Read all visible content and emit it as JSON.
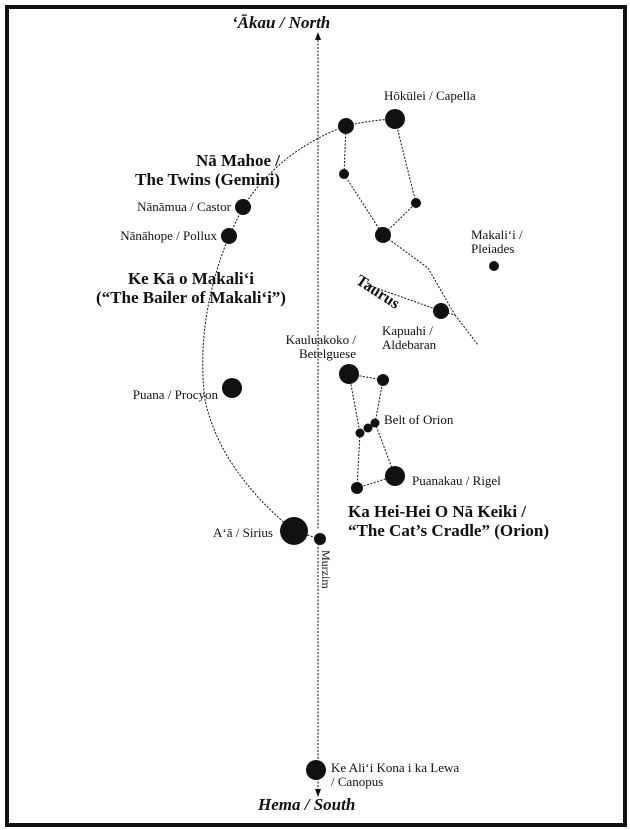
{
  "directions": {
    "north": "‘Ākau / North",
    "south": "Hema / South"
  },
  "groups": {
    "gemini": [
      "Nā Mahoe /",
      "The Twins (Gemini)"
    ],
    "bailer": [
      "Ke Kā o Makali‘i",
      "(“The Bailer of Makali‘i”)"
    ],
    "orion": [
      "Ka Hei-Hei O Nā Keiki /",
      "“The Cat’s Cradle” (Orion)"
    ],
    "taurus": "Taurus"
  },
  "stars": {
    "capella": "Hōkūlei / Capella",
    "castor": "Nānāmua / Castor",
    "pollux": "Nānāhope / Pollux",
    "pleiades": [
      "Makali‘i /",
      "Pleiades"
    ],
    "aldebaran": [
      "Kapuahi /",
      "Aldebaran"
    ],
    "betelgeuse": [
      "Kauluakoko /",
      "Betelguese"
    ],
    "procyon": "Puana / Procyon",
    "belt": "Belt of Orion",
    "rigel": "Puanakau / Rigel",
    "sirius": "A‘ā / Sirius",
    "murzim": "Murzim",
    "canopus": [
      "Ke Ali‘i Kona i ka Lewa",
      "/ Canopus"
    ]
  },
  "colors": {
    "ink": "#111111",
    "background": "#ffffff"
  }
}
